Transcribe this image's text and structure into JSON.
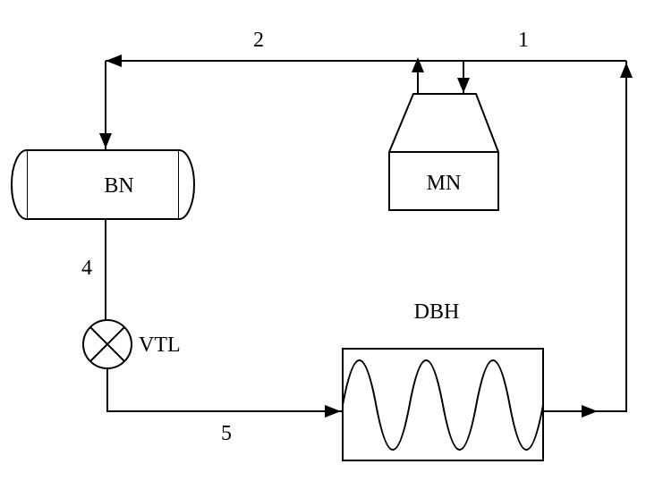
{
  "diagram": {
    "type": "process-flow-schematic",
    "background_color": "#ffffff",
    "line_color": "#000000",
    "stream_labels": {
      "line1": "1",
      "line2": "2",
      "line4": "4",
      "line5": "5"
    },
    "equipment_labels": {
      "vessel": "BN",
      "compressor": "MN",
      "valve": "VTL",
      "heat_exchanger": "DBH"
    }
  }
}
